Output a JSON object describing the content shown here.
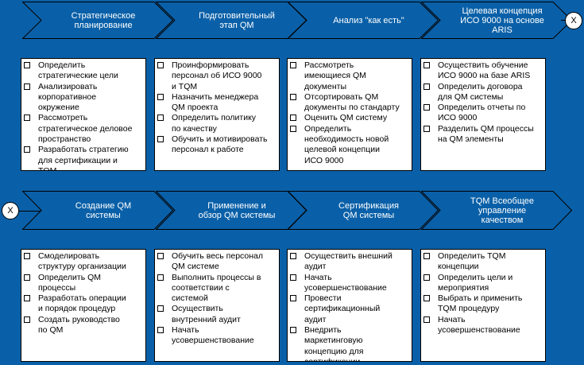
{
  "connector_label": "X",
  "rows": [
    {
      "stages": [
        {
          "title": "Стратегическое\nпланирование",
          "items": [
            "Определить\nстратегические цели",
            "Анализировать\nкорпоративное\nокружение",
            "Рассмотреть\nстратегическое деловое\nпространство",
            "Разработать стратегию\nдля сертификации и\nTQM"
          ]
        },
        {
          "title": "Подготовительный\nэтап QM",
          "items": [
            "Проинформировать\nперсонал об ИСО 9000\nи TQM",
            "Назначить менеджера\nQM проекта",
            "Определить политику\nпо качеству",
            "Обучить и мотивировать\nперсонал к работе"
          ]
        },
        {
          "title": "Анализ \"как есть\"",
          "items": [
            "Рассмотреть\nимеющиеся QM\nдокументы",
            "Отсортировать QM\nдокументы по стандарту",
            "Оценить QM систему",
            "Определить\nнеобходимость новой\nцелевой концепции\nИСО 9000"
          ]
        },
        {
          "title": "Целевая концепция\nИСО 9000 на основе\nARIS",
          "items": [
            "Осуществить обучение\nИСО 9000 на базе ARIS",
            "Определить договора\nдля QM системы",
            "Определить отчеты по\nИСО 9000",
            "Разделить QM процессы\nна QM элементы"
          ]
        }
      ]
    },
    {
      "stages": [
        {
          "title": "Создание QM\nсистемы",
          "items": [
            "Смоделировать\nструктуру организации",
            "Определить QM\nпроцессы",
            "Разработать операции\nи порядок процедур",
            "Создать руководство\nпо  QM"
          ]
        },
        {
          "title": "Применение и\nобзор QM системы",
          "items": [
            "Обучить весь персонал\nQM системе",
            "Выполнить процессы в\nсоответствии с\nсистемой",
            "Осуществить\nвнутренний аудит",
            "Начать\nусовершенствование"
          ]
        },
        {
          "title": "Сертификация\nQM системы",
          "items": [
            "Осуществить внешний\nаудит",
            "Начать\nусовершенствование",
            "Провести\nсертификационный\nаудит",
            "Внедрить\nмаркетинговую\nконцепцию для\nсертификации"
          ]
        },
        {
          "title": "TQM Всеобщее\nуправление\nкачеством",
          "items": [
            "Определить TQM\nконцепции",
            "Определить цели и\nмероприятия",
            "Выбрать и применить\nTQM процедуру",
            "Начать\nусовершенствование"
          ]
        }
      ]
    }
  ]
}
